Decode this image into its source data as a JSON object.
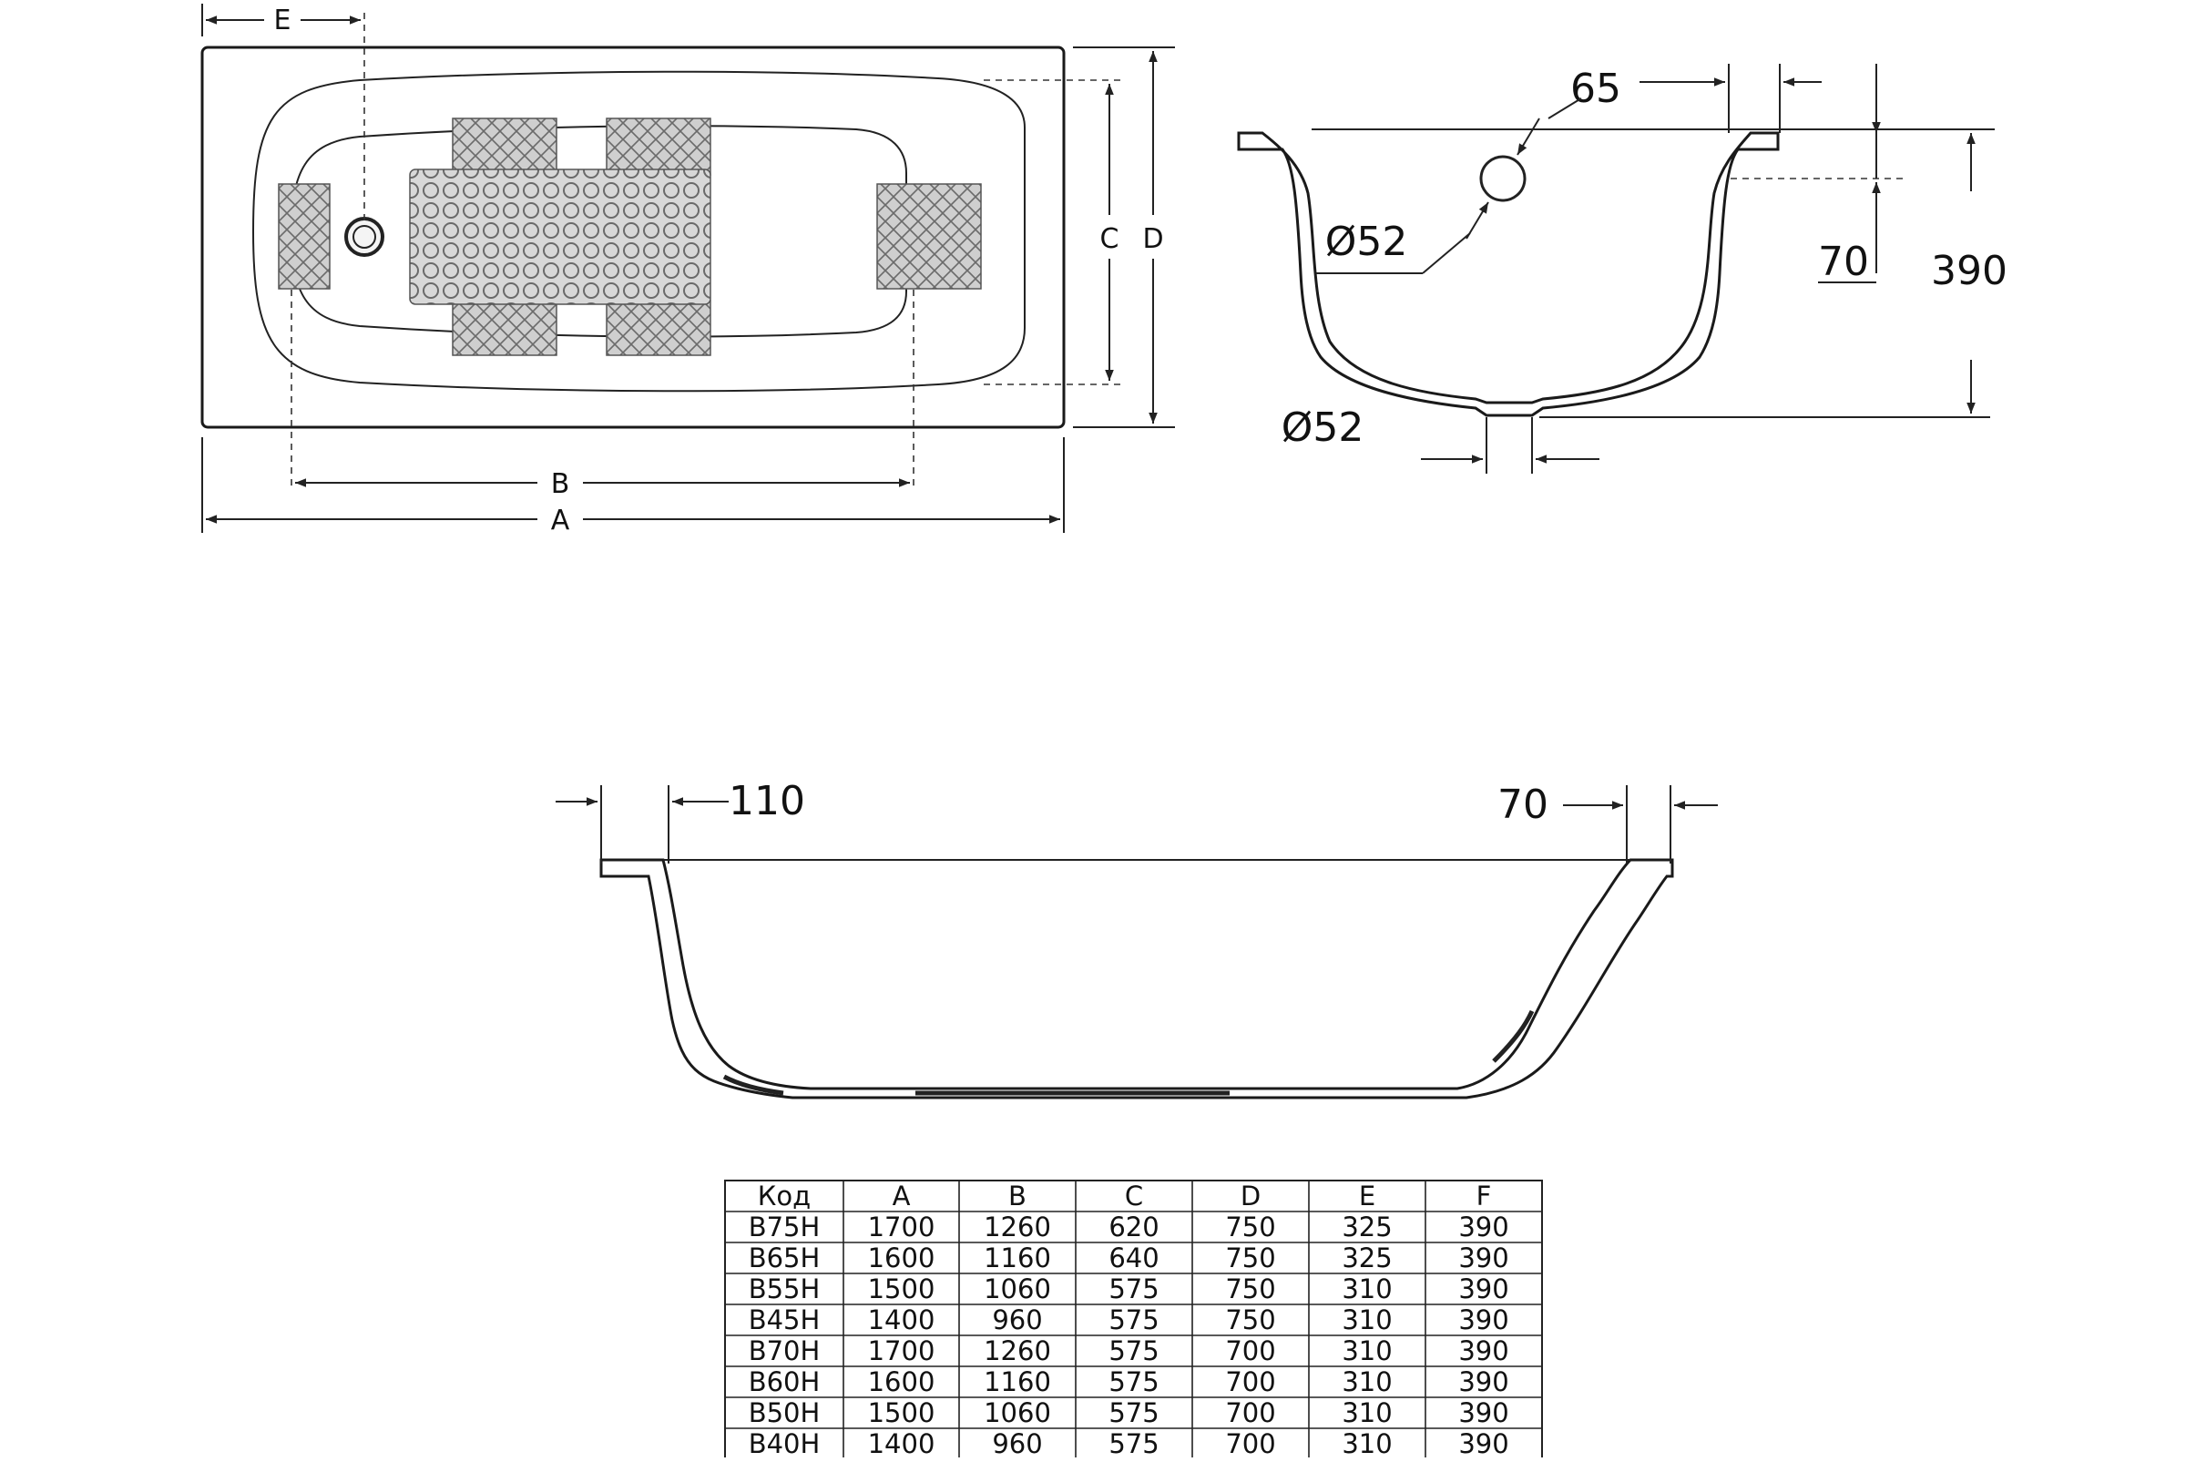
{
  "top_view": {
    "labels": {
      "a": "A",
      "b": "B",
      "c": "C",
      "d": "D",
      "e": "E"
    }
  },
  "side_view": {
    "dim_65": "65",
    "dim_dia_top": "Ø52",
    "dim_70": "70",
    "dim_390": "390",
    "dim_dia_bottom": "Ø52"
  },
  "long_section": {
    "dim_110": "110",
    "dim_70": "70"
  },
  "table": {
    "headers": [
      "Код",
      "A",
      "B",
      "C",
      "D",
      "E",
      "F"
    ],
    "rows": [
      [
        "B75H",
        "1700",
        "1260",
        "620",
        "750",
        "325",
        "390"
      ],
      [
        "B65H",
        "1600",
        "1160",
        "640",
        "750",
        "325",
        "390"
      ],
      [
        "B55H",
        "1500",
        "1060",
        "575",
        "750",
        "310",
        "390"
      ],
      [
        "B45H",
        "1400",
        "960",
        "575",
        "750",
        "310",
        "390"
      ],
      [
        "B70H",
        "1700",
        "1260",
        "575",
        "700",
        "310",
        "390"
      ],
      [
        "B60H",
        "1600",
        "1160",
        "575",
        "700",
        "310",
        "390"
      ],
      [
        "B50H",
        "1500",
        "1060",
        "575",
        "700",
        "310",
        "390"
      ],
      [
        "B40H",
        "1400",
        "960",
        "575",
        "700",
        "310",
        "390"
      ]
    ]
  }
}
